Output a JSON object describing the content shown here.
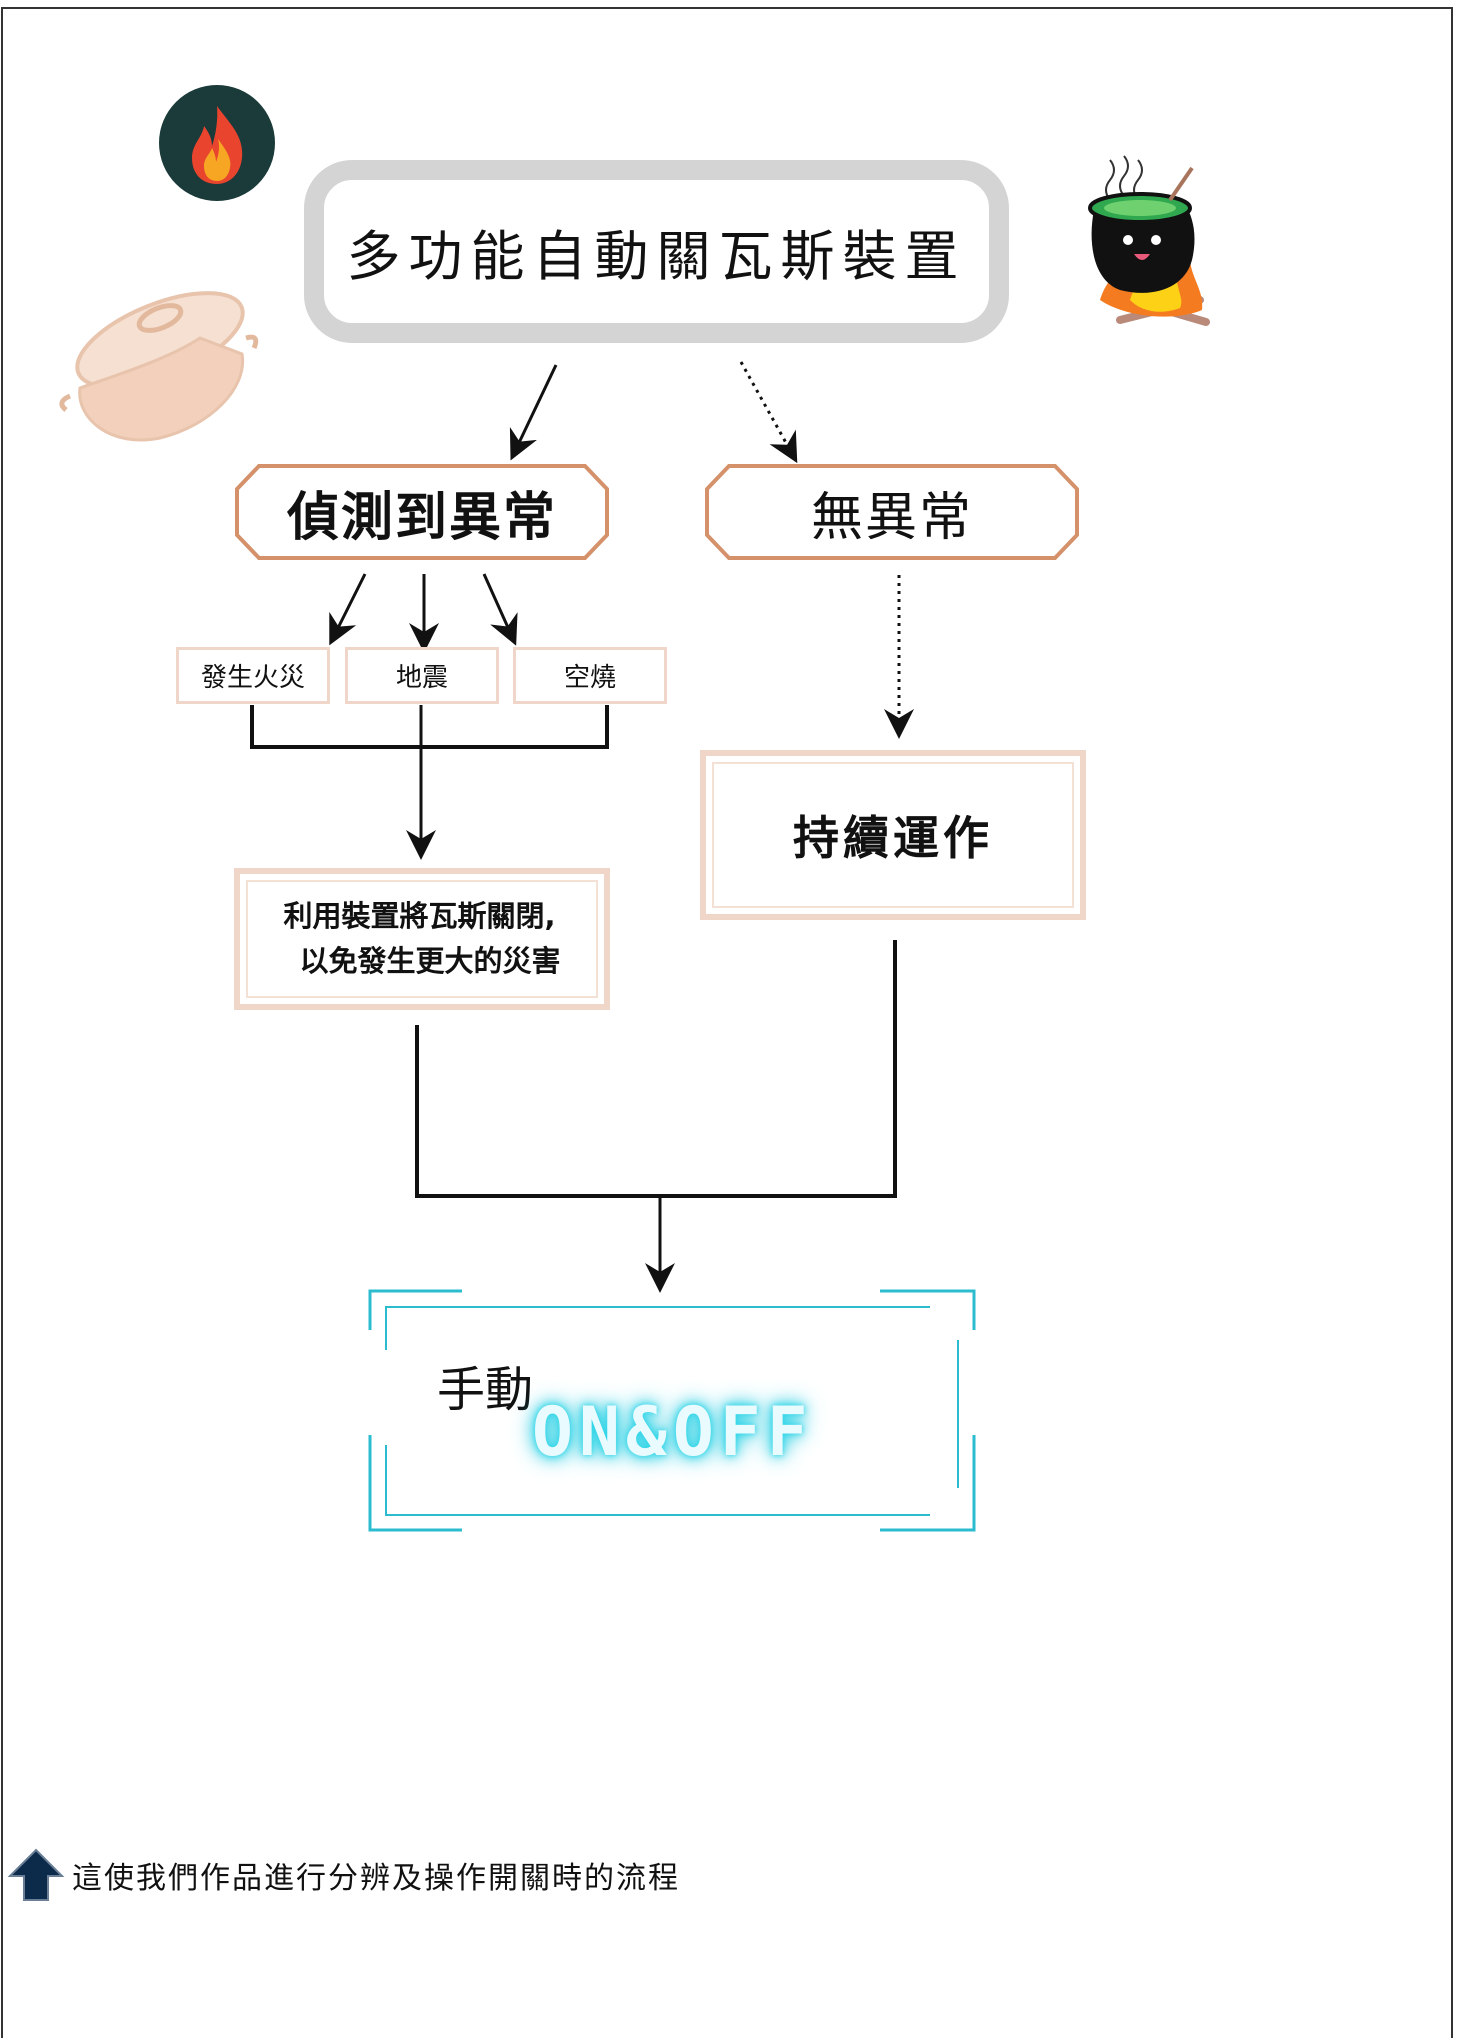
{
  "title": "多功能自動關瓦斯裝置",
  "branches": {
    "detected": "偵測到異常",
    "normal": "無異常"
  },
  "conditions": [
    "發生火災",
    "地震",
    "空燒"
  ],
  "actions": {
    "shutoff_line1": "利用裝置將瓦斯關閉,",
    "shutoff_line2": "以免發生更大的災害",
    "continue": "持續運作"
  },
  "manual": {
    "label": "手動",
    "switch_text": "ON&OFF"
  },
  "caption": "這使我們作品進行分辨及操作開關時的流程",
  "icons": [
    "fire-icon",
    "pot-icon",
    "cauldron-icon",
    "up-arrow-icon"
  ],
  "colors": {
    "octagon_border": "#d4916a",
    "box_border": "#efd6c8",
    "title_border": "#d4d4d4",
    "neon": "#29d5e8",
    "fire_bg": "#1b3a3a"
  }
}
